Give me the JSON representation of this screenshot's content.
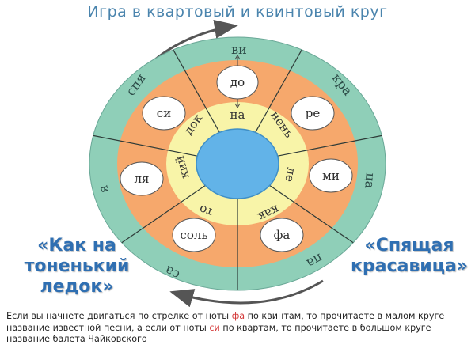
{
  "title": "Игра в квартовый и квинтовый круг",
  "colors": {
    "outer_ring": "#8fcfb8",
    "middle_ring": "#f6a86c",
    "inner_ring": "#f8f4a8",
    "center": "#62b3e8",
    "title": "#4a84ad",
    "caption": "#2f6fb2",
    "highlight": "#d43a3a"
  },
  "circle": {
    "notes": [
      "до",
      "ре",
      "ми",
      "фа",
      "соль",
      "ля",
      "си"
    ],
    "inner_syllables": [
      "на",
      "нень",
      "ле",
      "как",
      "то",
      "кий",
      "док"
    ],
    "outer_syllables": [
      "ви",
      "кра",
      "ца",
      "па",
      "са",
      "я",
      "спя"
    ]
  },
  "captions": {
    "left": [
      "«Как на",
      "тоненький",
      "ледок»"
    ],
    "right": [
      "«Спящая",
      "красавица»"
    ]
  },
  "description": {
    "part1": "Если вы начнете двигаться по стрелке от ноты ",
    "note1": "фа",
    "part2": " по квинтам, то прочитаете в малом круге название известной песни, а если от ноты ",
    "note2": "си",
    "part3": " по квартам, то прочитаете в большом круге название балета Чайковского"
  }
}
